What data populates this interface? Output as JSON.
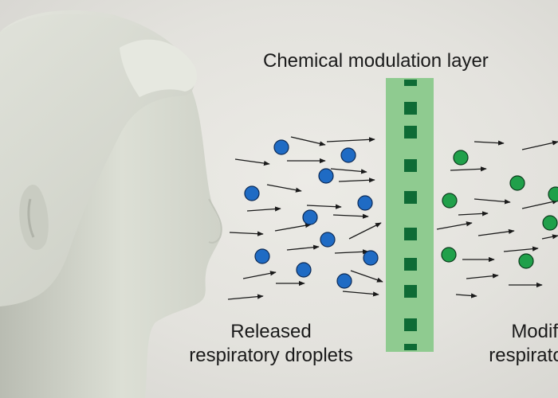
{
  "labels": {
    "layer_title": "Chemical modulation layer",
    "released_line1": "Released",
    "released_line2": "respiratory droplets",
    "modified_line1": "Modifie",
    "modified_line2": "respiratory d"
  },
  "colors": {
    "background": "#e6e5e0",
    "head": "#d8dbd0",
    "layer": "#8fcb90",
    "layer_square": "#0e6b35",
    "blue_droplet": "#1f6bc4",
    "green_droplet": "#20a04a",
    "arrow": "#1a1a1a"
  },
  "icons": [
    "human-head-icon",
    "arrow-icon",
    "droplet-icon"
  ]
}
